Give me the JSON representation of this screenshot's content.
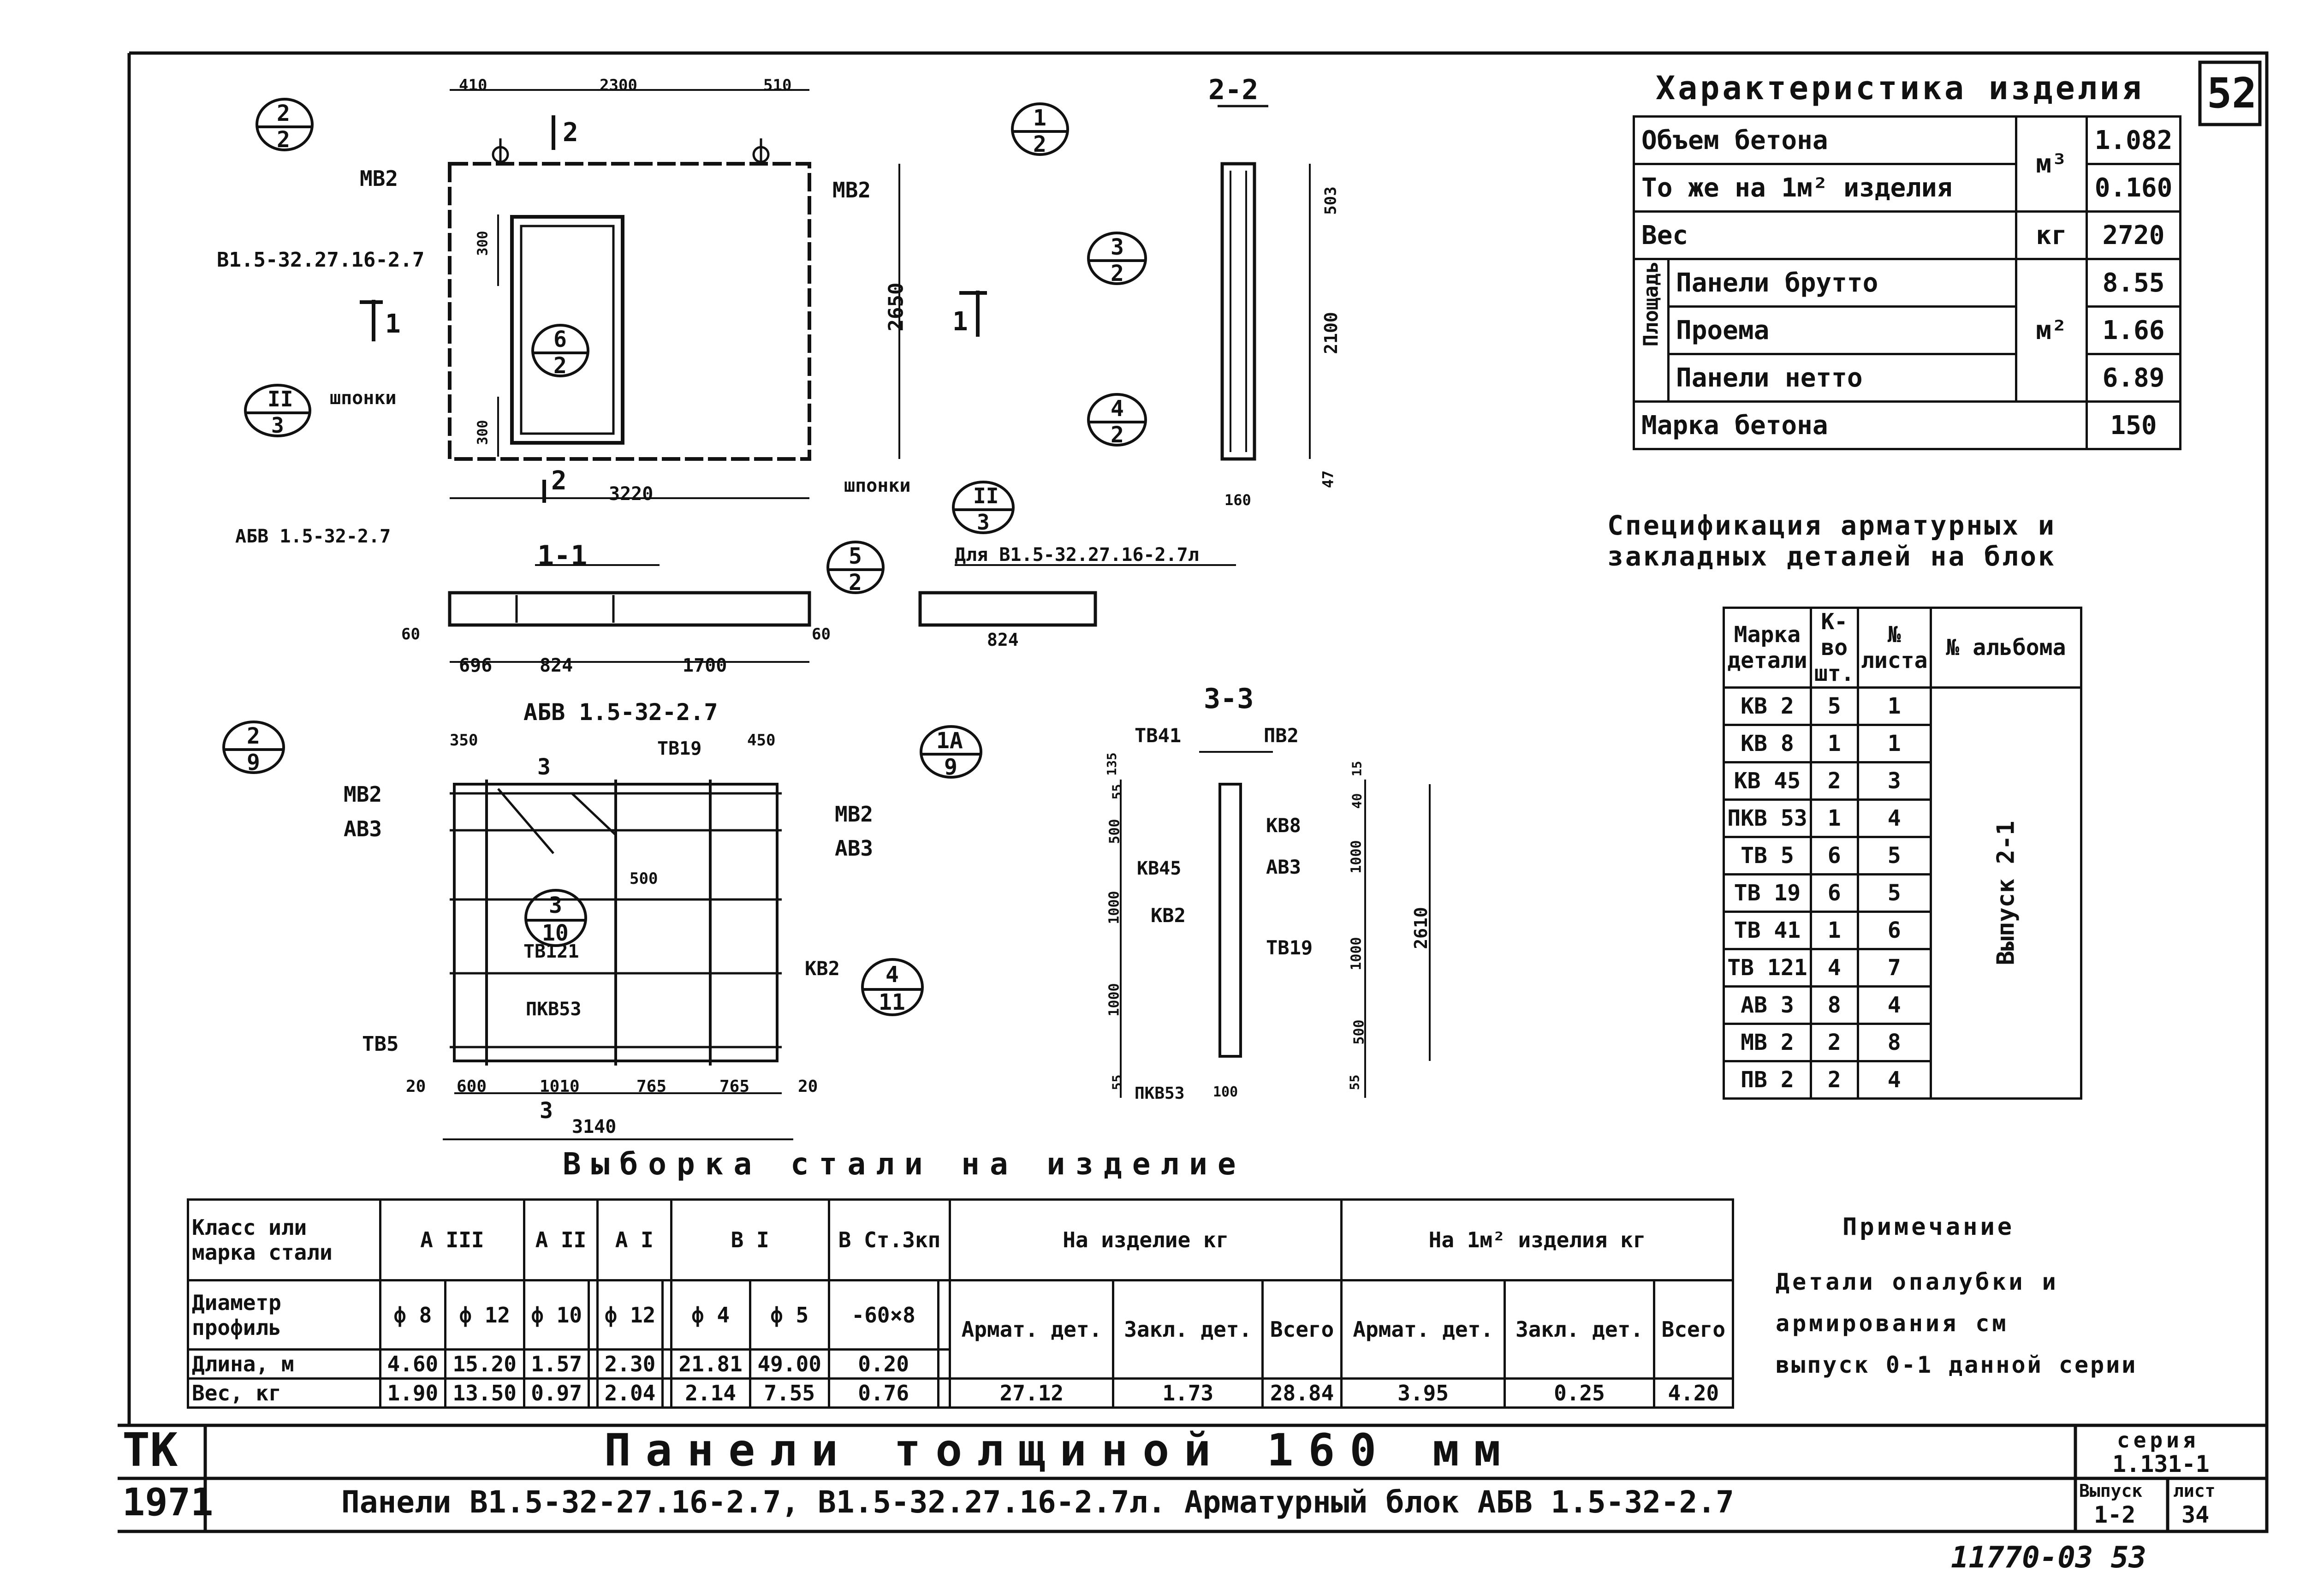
{
  "sheet_number": "52",
  "footer_note": "11770-03   53",
  "characteristics": {
    "title": "Характеристика изделия",
    "rows": [
      {
        "label": "Объем бетона",
        "unit": "м³",
        "value": "1.082"
      },
      {
        "label": "То же на 1м² изделия",
        "unit": "",
        "value": "0.160"
      },
      {
        "label": "Вес",
        "unit": "кг",
        "value": "2720"
      },
      {
        "label": "Панели брутто",
        "unit": "м²",
        "value": "8.55"
      },
      {
        "label": "Проема",
        "unit": "",
        "value": "1.66"
      },
      {
        "label": "Панели нетто",
        "unit": "",
        "value": "6.89"
      },
      {
        "label": "Марка бетона",
        "unit": "",
        "value": "150"
      }
    ],
    "area_label": "Площадь"
  },
  "spec": {
    "title_line1": "Спецификация арматурных и",
    "title_line2": "закладных деталей на блок",
    "headers": [
      "Марка детали",
      "К-во шт.",
      "№ листа",
      "№ альбома"
    ],
    "album": "Выпуск 2-1",
    "rows": [
      [
        "КВ 2",
        "5",
        "1"
      ],
      [
        "КВ 8",
        "1",
        "1"
      ],
      [
        "КВ 45",
        "2",
        "3"
      ],
      [
        "ПКВ 53",
        "1",
        "4"
      ],
      [
        "ТВ 5",
        "6",
        "5"
      ],
      [
        "ТВ 19",
        "6",
        "5"
      ],
      [
        "ТВ 41",
        "1",
        "6"
      ],
      [
        "ТВ 121",
        "4",
        "7"
      ],
      [
        "АВ 3",
        "8",
        "4"
      ],
      [
        "МВ 2",
        "2",
        "8"
      ],
      [
        "ПВ 2",
        "2",
        "4"
      ]
    ]
  },
  "steel": {
    "title": "Выборка стали на изделие",
    "class_label": "Класс или марка стали",
    "classes": [
      "А III",
      "А II",
      "А I",
      "В I",
      "В Ст.3кп"
    ],
    "per_item": "На изделие кг",
    "per_m2": "На 1м² изделия кг",
    "diam_label": "Диаметр профиль",
    "diameters": [
      "ф 8",
      "ф 12",
      "ф 10",
      "",
      "ф 12",
      "",
      "ф 4",
      "ф 5",
      "-60×8",
      ""
    ],
    "sub_headers": [
      "Армат. дет.",
      "Закл. дет.",
      "Всего",
      "Армат. дет.",
      "Закл. дет.",
      "Всего"
    ],
    "length_label": "Длина, м",
    "lengths": [
      "4.60",
      "15.20",
      "1.57",
      "",
      "2.30",
      "",
      "21.81",
      "49.00",
      "0.20",
      ""
    ],
    "weight_label": "Вес, кг",
    "weights": [
      "1.90",
      "13.50",
      "0.97",
      "",
      "2.04",
      "",
      "2.14",
      "7.55",
      "0.76",
      ""
    ],
    "per_item_values": [
      "27.12",
      "1.73",
      "28.84"
    ],
    "per_m2_values": [
      "3.95",
      "0.25",
      "4.20"
    ]
  },
  "note": {
    "title": "Примечание",
    "lines": [
      "Детали опалубки и",
      "армирования см",
      "выпуск 0-1 данной серии"
    ]
  },
  "title_block": {
    "tk": "ТК",
    "year": "1971",
    "main_title": "Панели толщиной 160 мм",
    "subtitle": "Панели В1.5-32-27.16-2.7, В1.5-32.27.16-2.7л. Арматурный блок АБВ 1.5-32-2.7",
    "series_label": "серия",
    "series_value": "1.131-1",
    "issue_label": "Выпуск",
    "issue_value": "1-2",
    "sheet_label": "лист",
    "sheet_value": "34"
  },
  "drawing_labels": {
    "panel_mark": "В1.5-32.27.16-2.7",
    "mv2": "МВ2",
    "shponki": "шпонки",
    "dim_top": [
      "410",
      "2300",
      "510"
    ],
    "dim_height": "2650",
    "dim_width": "3220",
    "dim_300a": "300",
    "dim_300b": "300",
    "sec_11": "1-1",
    "sec_22": "2-2",
    "sec_33": "3-3",
    "abv_label": "АБВ 1.5-32-2.7",
    "for_label": "Для В1.5-32.27.16-2.7л",
    "dim_11": [
      "60",
      "696",
      "824",
      "1700",
      "60"
    ],
    "dim_824b": "824",
    "dim_22": [
      "503",
      "2100",
      "47",
      "160"
    ],
    "block_labels": [
      "МВ2",
      "АВ3",
      "ТВ19",
      "МВ2",
      "АВ3",
      "ТВ121",
      "КВ2",
      "ПКВ53",
      "ТВ5"
    ],
    "block_dims": [
      "350",
      "450",
      "500",
      "20",
      "600",
      "1010",
      "765",
      "765",
      "20",
      "3140"
    ],
    "s33_labels": [
      "ТВ41",
      "ПВ2",
      "КВ8",
      "КВ45",
      "АВ3",
      "КВ2",
      "ТВ19",
      "ПКВ53"
    ],
    "s33_dims": [
      "135",
      "55",
      "500",
      "1000",
      "1000",
      "55",
      "15",
      "40",
      "1000",
      "1000",
      "500",
      "55",
      "100",
      "2610"
    ],
    "callouts": [
      {
        "top": "2",
        "bottom": "2"
      },
      {
        "top": "1",
        "bottom": "2"
      },
      {
        "top": "6",
        "bottom": "2"
      },
      {
        "top": "II",
        "bottom": "3"
      },
      {
        "top": "II",
        "bottom": "3"
      },
      {
        "top": "3",
        "bottom": "2"
      },
      {
        "top": "4",
        "bottom": "2"
      },
      {
        "top": "5",
        "bottom": "2"
      },
      {
        "top": "2",
        "bottom": "9"
      },
      {
        "top": "1А",
        "bottom": "9"
      },
      {
        "top": "3",
        "bottom": "10"
      },
      {
        "top": "4",
        "bottom": "11"
      }
    ],
    "sec_marks": [
      "1",
      "1",
      "2",
      "2",
      "3",
      "3"
    ]
  }
}
